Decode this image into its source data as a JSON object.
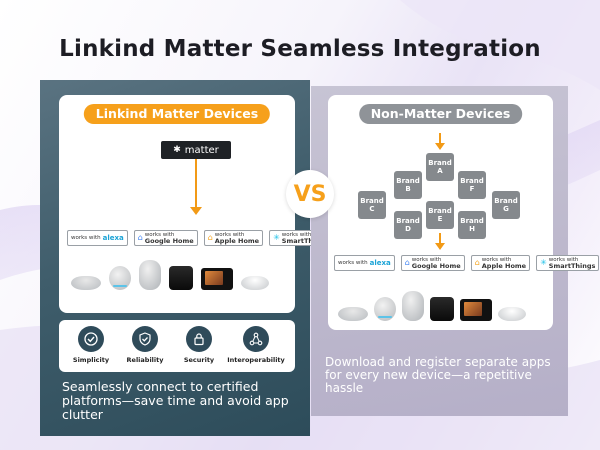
{
  "title": "Linkind Matter Seamless Integration",
  "left": {
    "pill": "Linkind Matter Devices",
    "matter_label": "matter",
    "features": [
      {
        "label": "Simplicity",
        "icon": "check-icon"
      },
      {
        "label": "Reliability",
        "icon": "shield-check-icon"
      },
      {
        "label": "Security",
        "icon": "lock-icon"
      },
      {
        "label": "Interoperability",
        "icon": "network-icon"
      }
    ],
    "description": "Seamlessly connect to certified platforms—save time and avoid app clutter"
  },
  "vs": "VS",
  "right": {
    "pill": "Non-Matter Devices",
    "brands": [
      {
        "word": "Brand",
        "letter": "A"
      },
      {
        "word": "Brand",
        "letter": "B"
      },
      {
        "word": "Brand",
        "letter": "C"
      },
      {
        "word": "Brand",
        "letter": "D"
      },
      {
        "word": "Brand",
        "letter": "E"
      },
      {
        "word": "Brand",
        "letter": "F"
      },
      {
        "word": "Brand",
        "letter": "G"
      },
      {
        "word": "Brand",
        "letter": "H"
      }
    ],
    "description": "Download and register separate apps for every new device—a repetitive hassle"
  },
  "platforms": {
    "alexa_small": "works with",
    "alexa_big": "alexa",
    "google_small": "works with",
    "google_big": "Google Home",
    "apple_small": "works with",
    "apple_big": "Apple Home",
    "st_small": "works with",
    "st_big": "SmartThings"
  },
  "colors": {
    "accent": "#f6a01b",
    "left_panel": "#3f5d6b",
    "brand_box": "#85898d"
  }
}
